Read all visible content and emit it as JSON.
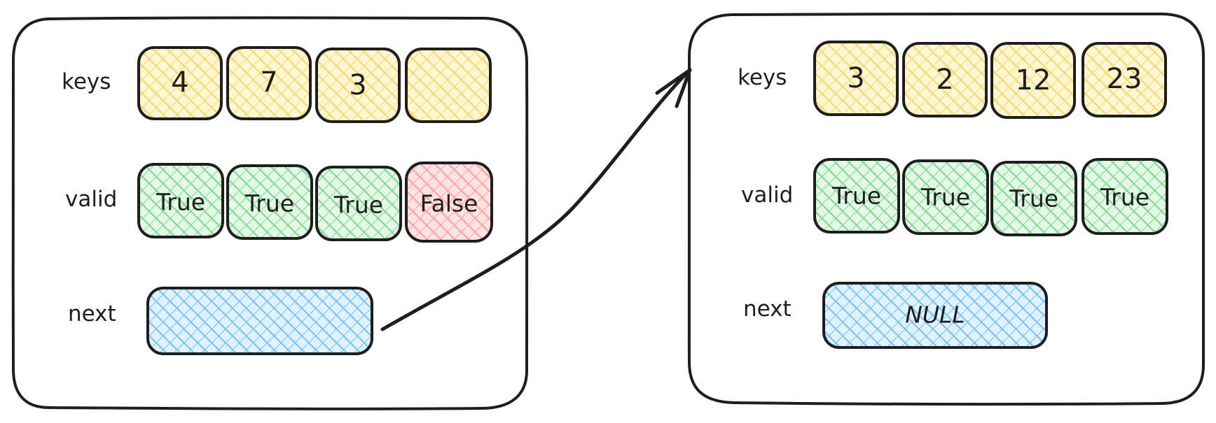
{
  "colors": {
    "keys_fill": "#ffec99",
    "keys_hatch": "#f5d66a",
    "valid_true_fill": "#b2f2bb",
    "valid_true_hatch": "#7cd98a",
    "valid_false_fill": "#ffc9c9",
    "valid_false_hatch": "#ff9d9d",
    "next_fill": "#a5d8ff",
    "next_hatch": "#74c0fc",
    "stroke": "#1e1e1e"
  },
  "nodes": [
    {
      "labels": {
        "keys": "keys",
        "valid": "valid",
        "next": "next"
      },
      "keys": [
        "4",
        "7",
        "3",
        ""
      ],
      "valid": [
        "True",
        "True",
        "True",
        "False"
      ],
      "next": ""
    },
    {
      "labels": {
        "keys": "keys",
        "valid": "valid",
        "next": "next"
      },
      "keys": [
        "3",
        "2",
        "12",
        "23"
      ],
      "valid": [
        "True",
        "True",
        "True",
        "True"
      ],
      "next": "NULL"
    }
  ]
}
